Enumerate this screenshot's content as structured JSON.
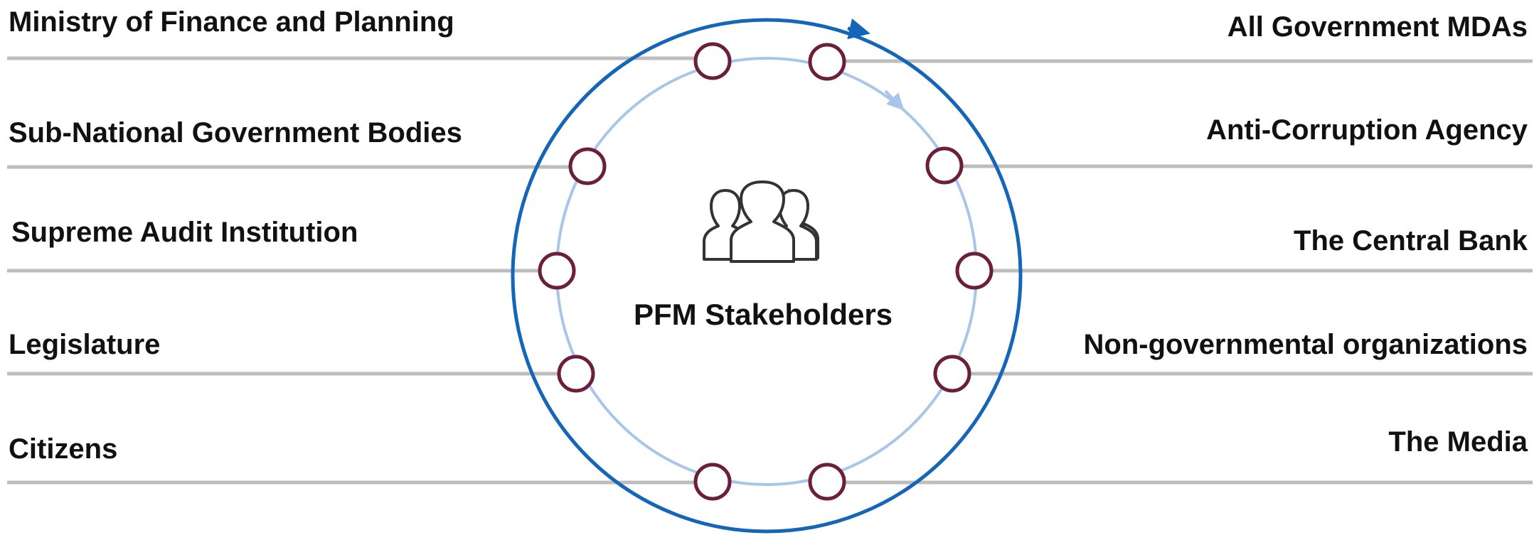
{
  "center_label": "PFM Stakeholders",
  "center_icon": "people-group-icon",
  "left_stakeholders": [
    "Ministry of Finance and Planning",
    "Sub-National Government Bodies",
    "Supreme Audit Institution",
    "Legislature",
    "Citizens"
  ],
  "right_stakeholders": [
    "All Government MDAs",
    "Anti-Corruption Agency",
    "The Central Bank",
    "Non-governmental organizations",
    "The Media"
  ],
  "colors": {
    "outer_ring": "#1565b8",
    "inner_ring": "#a9c6ea",
    "node_stroke": "#6b1f3a",
    "lines": "#bdbdbd",
    "text": "#111111"
  }
}
